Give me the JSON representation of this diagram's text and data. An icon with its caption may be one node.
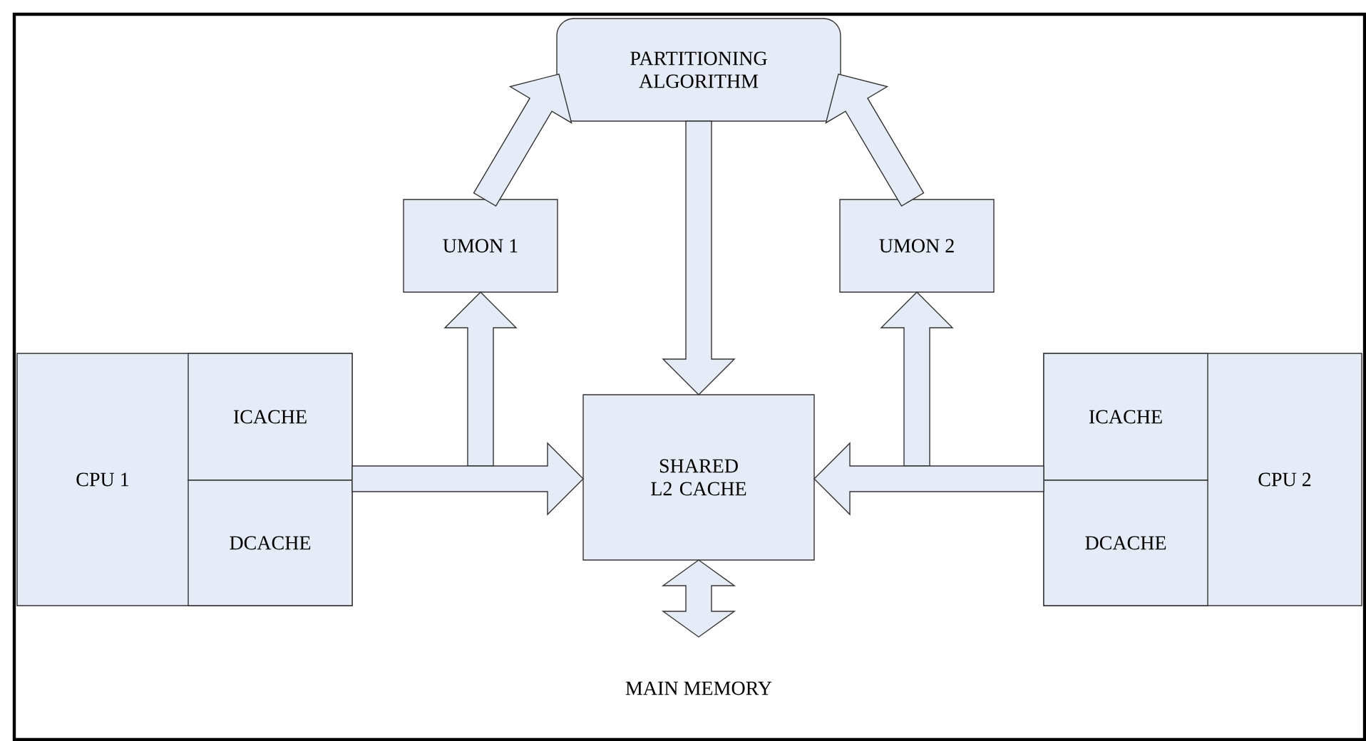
{
  "diagram": {
    "nodes": [
      {
        "text": [
          "PARTITIONING ALGORITHM"
        ]
      },
      {
        "text": [
          "UMON 1"
        ]
      },
      {
        "text": [
          "UMON 2"
        ]
      },
      {
        "text": [
          "CPU 1"
        ]
      },
      {
        "text": [
          "ICACHE"
        ],
        "in": 3
      },
      {
        "text": [
          "DCACHE"
        ],
        "in": 3
      },
      {
        "text": [
          "SHARED L2 CACHE"
        ]
      },
      {
        "text": [
          "CPU 2"
        ]
      },
      {
        "text": [
          "ICACHE"
        ],
        "in": 7
      },
      {
        "text": [
          "DCACHE"
        ],
        "in": 7
      },
      {
        "text": [
          "MAIN MEMORY"
        ]
      }
    ],
    "edges": [
      {
        "from": 3,
        "to": 6,
        "arrow": "to"
      },
      {
        "from": 3,
        "to": 1,
        "arrow": "to"
      },
      {
        "from": 7,
        "to": 6,
        "arrow": "to"
      },
      {
        "from": 7,
        "to": 2,
        "arrow": "to"
      },
      {
        "from": 1,
        "to": 0,
        "arrow": "to"
      },
      {
        "from": 2,
        "to": 0,
        "arrow": "to"
      },
      {
        "from": 0,
        "to": 6,
        "arrow": "to"
      },
      {
        "from": 6,
        "to": 10,
        "arrow": "both"
      }
    ]
  }
}
